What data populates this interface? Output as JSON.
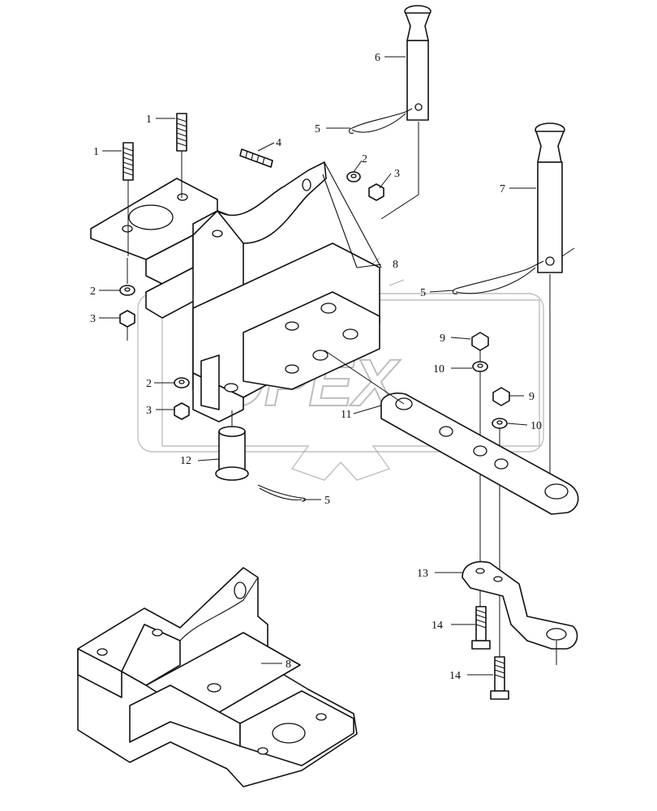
{
  "watermark": {
    "text": "OPEX"
  },
  "callouts": {
    "c1a": "1",
    "c1b": "1",
    "c2a": "2",
    "c2b": "2",
    "c2c": "2",
    "c3a": "3",
    "c3b": "3",
    "c3c": "3",
    "c4": "4",
    "c5a": "5",
    "c5b": "5",
    "c5c": "5",
    "c6": "6",
    "c7": "7",
    "c8a": "8",
    "c8b": "8",
    "c9a": "9",
    "c9b": "9",
    "c10a": "10",
    "c10b": "10",
    "c11": "11",
    "c12": "12",
    "c13": "13",
    "c14a": "14",
    "c14b": "14"
  }
}
